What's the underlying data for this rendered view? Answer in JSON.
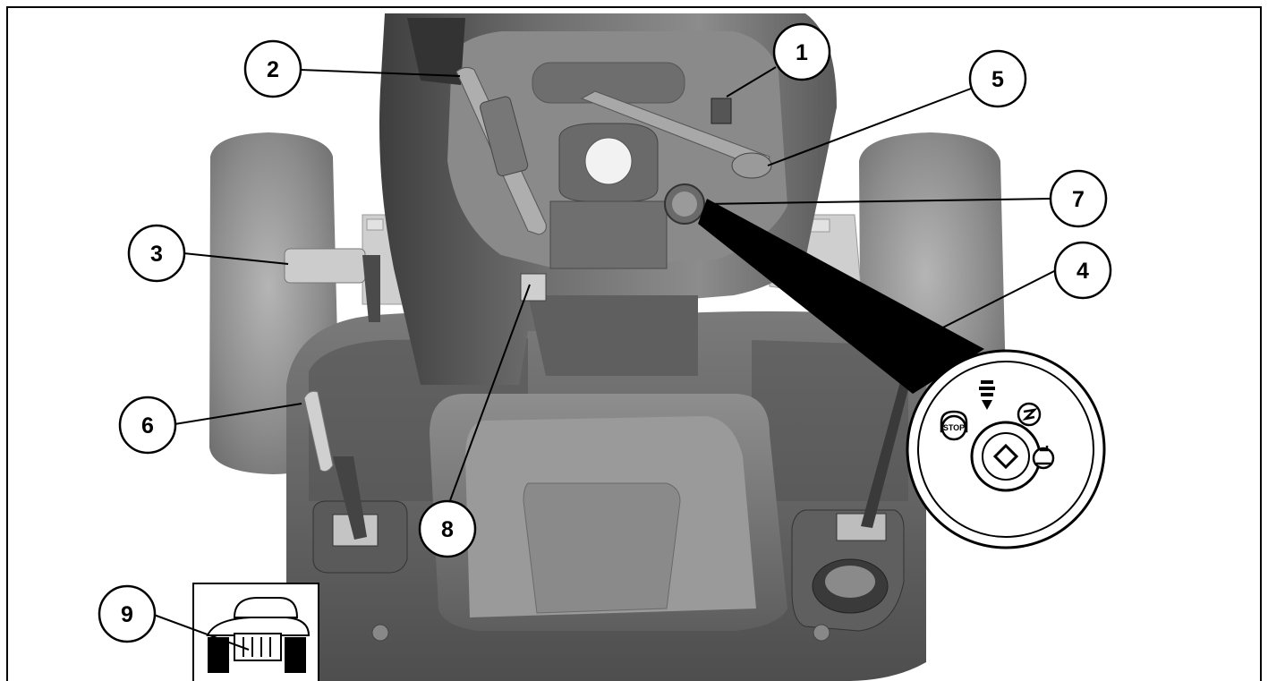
{
  "callouts": {
    "c1": "1",
    "c2": "2",
    "c3": "3",
    "c4": "4",
    "c5": "5",
    "c6": "6",
    "c7": "7",
    "c8": "8",
    "c9": "9"
  },
  "ignition_switch": {
    "stop_label": "STOP",
    "icons": [
      "stop-icon",
      "lights-icon",
      "choke-icon",
      "engine-start-icon"
    ]
  },
  "colors": {
    "frame": "#000000",
    "body_dark": "#5c5c5c",
    "body_mid": "#858585",
    "tire": "#8a8a8a",
    "deck": "#6b6b6b"
  }
}
